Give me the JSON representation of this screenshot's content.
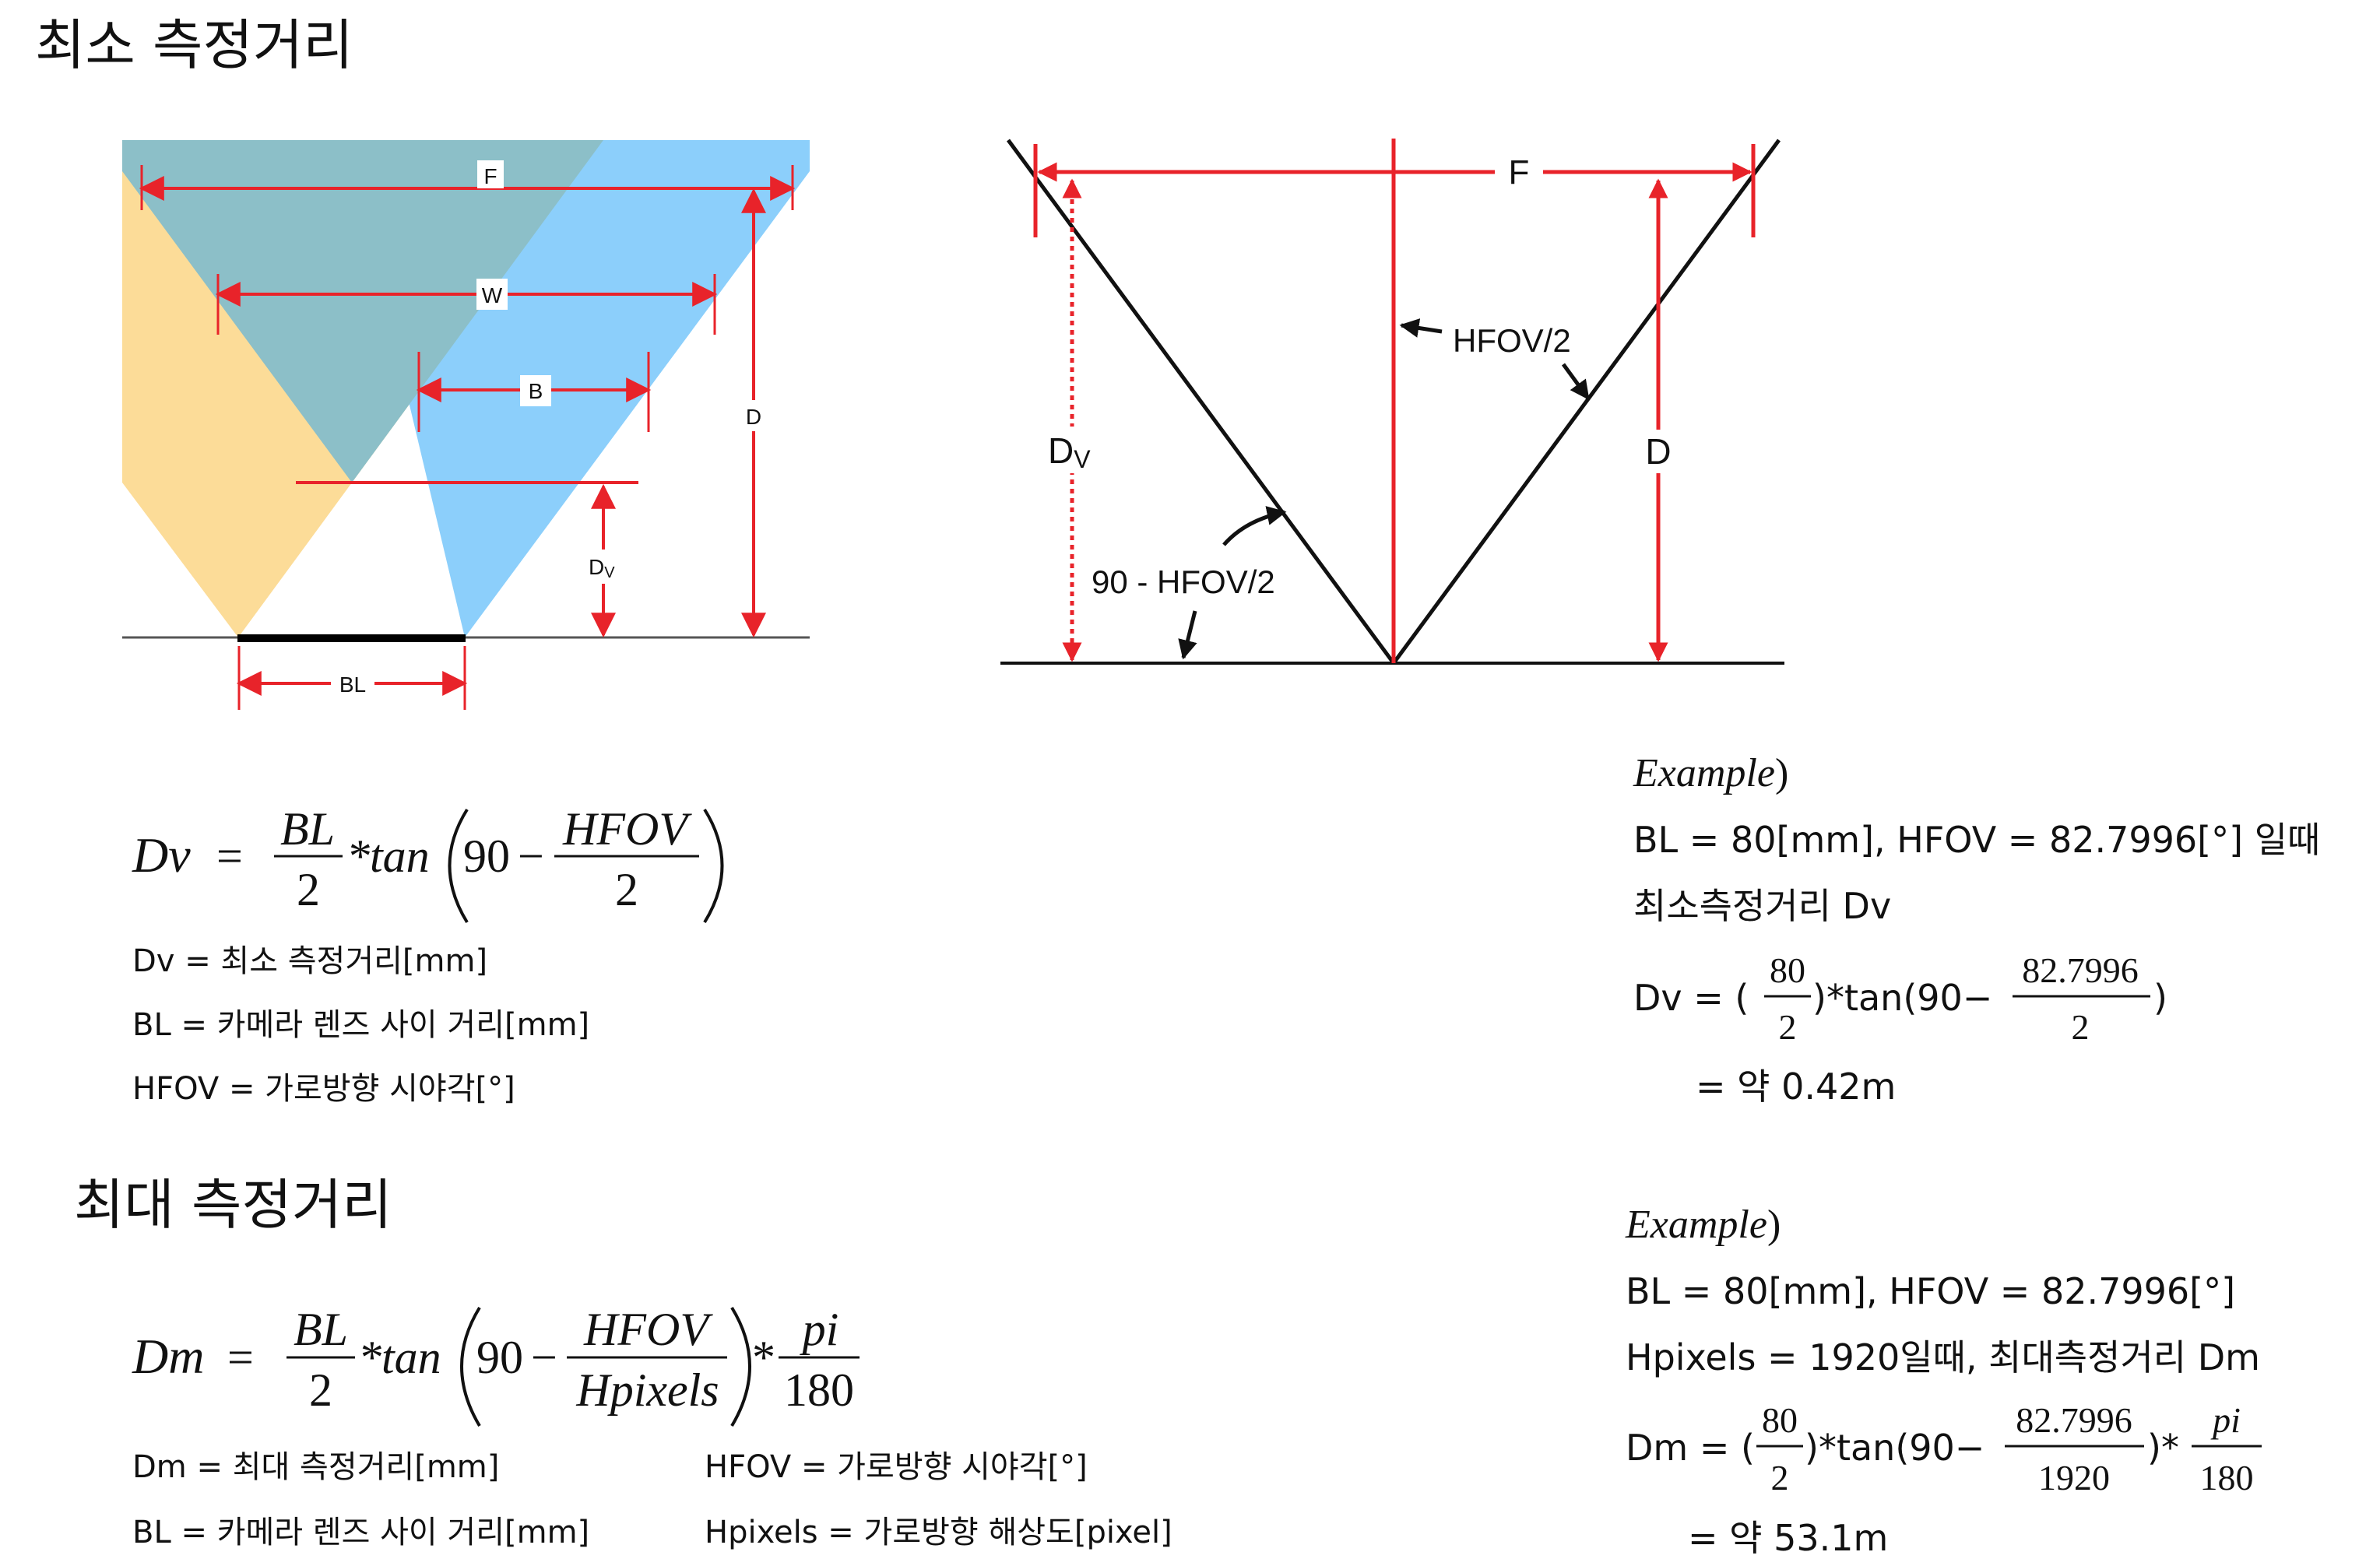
{
  "section_min": {
    "heading": "최소 측정거리",
    "formula": {
      "lhs": "Dv",
      "eq": "=",
      "bl": "BL",
      "two": "2",
      "tan": "*tan",
      "ninety": "90",
      "minus": "−",
      "hfov": "HFOV"
    },
    "definitions": [
      "Dv = 최소 측정거리[mm]",
      "BL = 카메라 렌즈 사이 거리[mm]",
      "HFOV = 가로방향 시야각[°]"
    ],
    "example": {
      "label": "Example",
      "paren": ")",
      "line1": "BL = 80[mm], HFOV = 82.7996[°] 일때",
      "line2": "최소측정거리 Dv",
      "calc_prefix": "Dv = (",
      "n80": "80",
      "d2": "2",
      "calc_mid": ")*tan(90−",
      "n_hfov": "82.7996",
      "d2b": "2",
      "calc_end": ")",
      "result": "= 약 0.42m"
    }
  },
  "section_max": {
    "heading": "최대 측정거리",
    "formula": {
      "lhs": "Dm",
      "eq": "=",
      "bl": "BL",
      "two": "2",
      "tan": "*tan",
      "ninety": "90",
      "minus": "−",
      "hfov": "HFOV",
      "hpixels": "Hpixels",
      "star": "*",
      "pi": "pi",
      "n180": "180"
    },
    "definitions_left": [
      "Dm = 최대 측정거리[mm]",
      "BL = 카메라 렌즈 사이 거리[mm]"
    ],
    "definitions_right": [
      "HFOV = 가로방향 시야각[°]",
      "Hpixels = 가로방향 해상도[pixel]"
    ],
    "example": {
      "label": "Example",
      "paren": ")",
      "line1": "BL = 80[mm], HFOV = 82.7996[°]",
      "line2": "Hpixels = 1920일때, 최대측정거리 Dm",
      "calc_prefix": "Dm = (",
      "n80": "80",
      "d2": "2",
      "calc_mid": ")*tan(90−",
      "n_hfov": "82.7996",
      "d1920": "1920",
      "calc_close": ")*",
      "pi": "pi",
      "n180": "180",
      "result": "= 약 53.1m"
    }
  },
  "diagram_left": {
    "labels": {
      "F": "F",
      "W": "W",
      "B": "B",
      "D": "D",
      "Dv_main": "D",
      "Dv_sub": "V",
      "BL": "BL"
    },
    "colors": {
      "yellow": "#fcdc98",
      "blue": "#8ccffb",
      "overlap": "#8cbfc8",
      "red": "#e8232a",
      "baseline": "#000000"
    }
  },
  "diagram_right": {
    "labels": {
      "F": "F",
      "HFOV2": "HFOV/2",
      "D": "D",
      "Dv_main": "D",
      "Dv_sub": "V",
      "angle": "90 - HFOV/2"
    },
    "colors": {
      "red": "#e8232a",
      "line": "#111111"
    }
  }
}
